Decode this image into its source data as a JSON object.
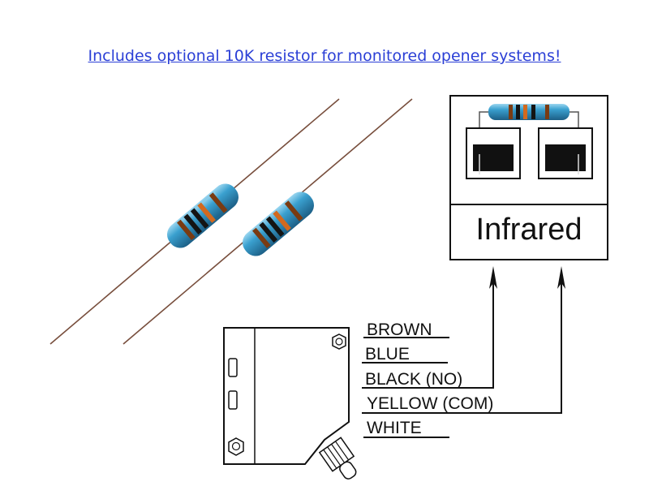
{
  "headline": "Includes optional 10K resistor for monitored opener systems!",
  "panel": {
    "label": "Infrared"
  },
  "wires": [
    {
      "label": "BROWN",
      "connected": false
    },
    {
      "label": "BLUE",
      "connected": false
    },
    {
      "label": "BLACK (NO)",
      "connected": true
    },
    {
      "label": "YELLOW (COM)",
      "connected": true
    },
    {
      "label": "WHITE",
      "connected": false
    }
  ],
  "colors": {
    "headline": "#2b3fd6",
    "resistor_body": "#3aa0cf",
    "band_brown": "#7a3b12",
    "band_black": "#141414",
    "band_orange": "#d2691e",
    "lead": "#8a5a3a"
  }
}
